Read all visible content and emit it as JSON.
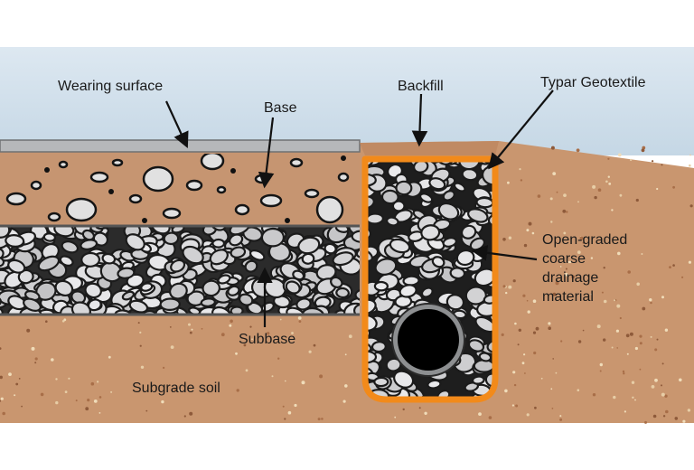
{
  "labels": {
    "wearing_surface": "Wearing surface",
    "base": "Base",
    "backfill": "Backfill",
    "geotextile": "Typar Geotextile",
    "drainage_line1": "Open-graded",
    "drainage_line2": "coarse",
    "drainage_line3": "drainage",
    "drainage_line4": "material",
    "subbase": "Subbase",
    "subgrade": "Subgrade soil"
  },
  "colors": {
    "sky": "#c9dbe8",
    "soil": "#c9966f",
    "soil_dark": "#b98560",
    "wearing_surface": "#b6b8ba",
    "stone_fill": "#cfd0d0",
    "stone_outline": "#1b1b1b",
    "geotextile": "#f28a1a",
    "pipe": "#000000",
    "pipe_ring": "#8d8f91"
  },
  "icons": [
    "pipe-icon",
    "stone-aggregate"
  ]
}
